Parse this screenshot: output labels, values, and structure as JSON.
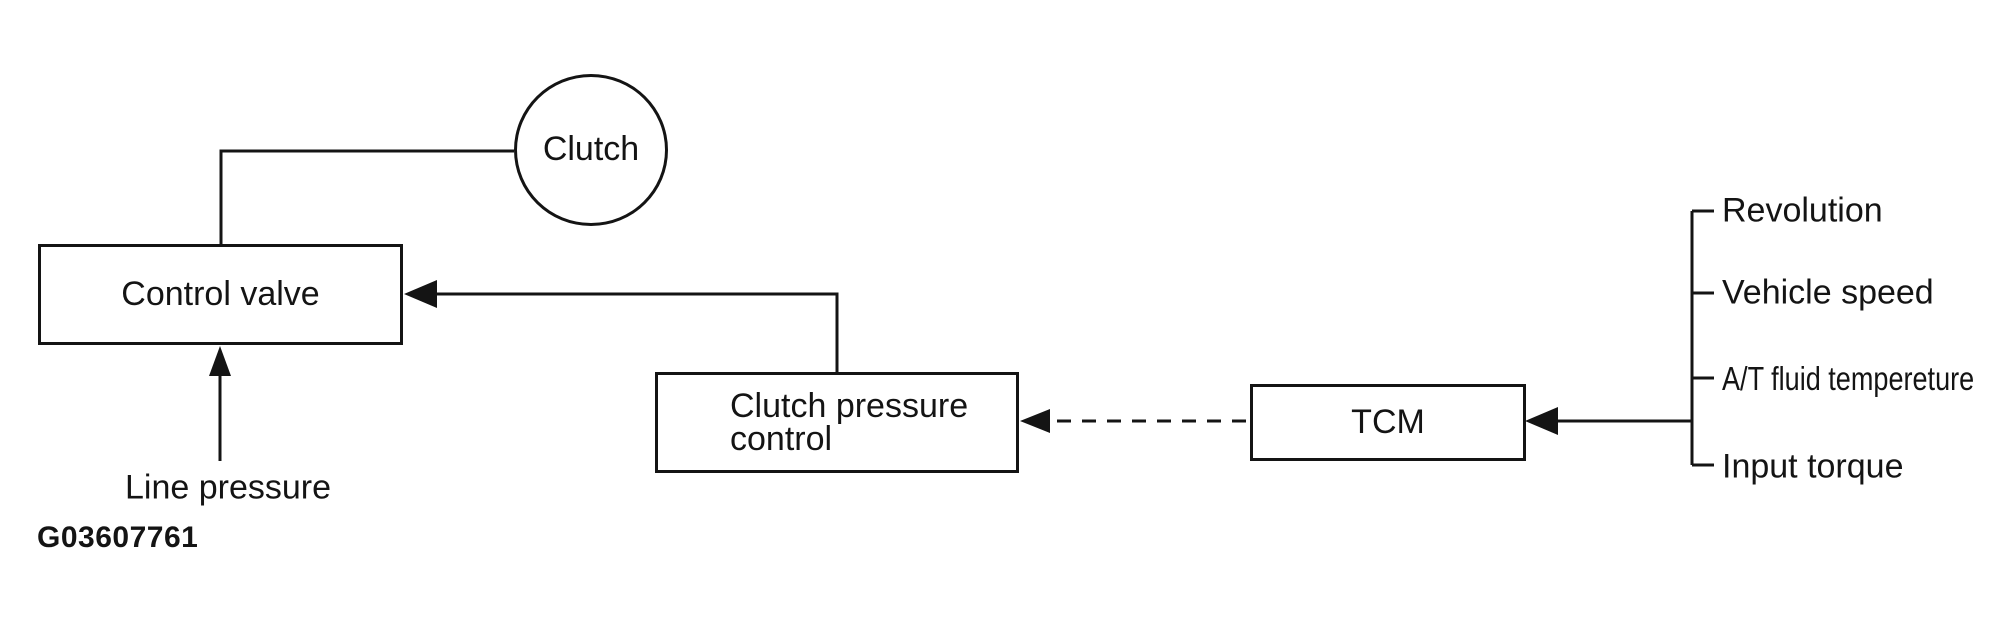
{
  "diagram": {
    "figure_id": "G03607761",
    "nodes": {
      "clutch": {
        "label": "Clutch"
      },
      "control_valve": {
        "label": "Control valve"
      },
      "clutch_pressure_control": {
        "label_line1": "Clutch pressure",
        "label_line2": "control"
      },
      "tcm": {
        "label": "TCM"
      }
    },
    "inputs": [
      "Revolution",
      "Vehicle speed",
      "A/T fluid tempereture",
      "Input torque"
    ],
    "annotations": {
      "line_pressure": "Line pressure"
    },
    "connections": [
      "control_valve-to-clutch",
      "clutch_pressure_control-to-control_valve",
      "tcm-to-clutch_pressure_control-dashed",
      "inputs-to-tcm",
      "line_pressure-to-control_valve"
    ],
    "colors": {
      "line": "#141414",
      "background": "#ffffff"
    }
  }
}
